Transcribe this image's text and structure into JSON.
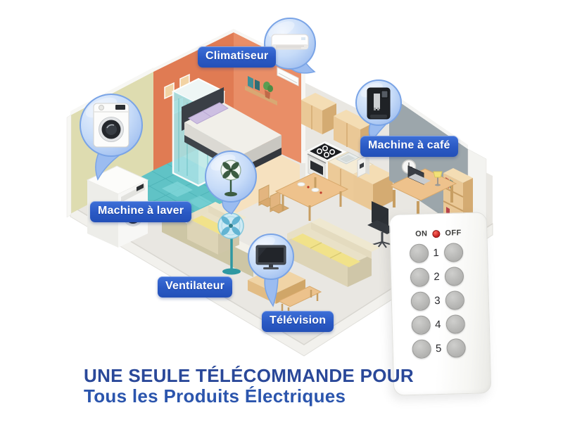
{
  "headline": {
    "line1": "UNE SEULE TÉLÉCOMMANDE POUR",
    "line2": "Tous les Produits Électriques"
  },
  "callouts": {
    "climatiseur": {
      "label": "Climatiseur",
      "icon": "air-conditioner-icon"
    },
    "machine_a_laver": {
      "label": "Machine à laver",
      "icon": "washing-machine-icon"
    },
    "machine_a_cafe": {
      "label": "Machine à café",
      "icon": "coffee-machine-icon"
    },
    "ventilateur": {
      "label": "Ventilateur",
      "icon": "standing-fan-icon"
    },
    "television": {
      "label": "Télévision",
      "icon": "television-icon"
    }
  },
  "remote_control": {
    "power_on_label": "ON",
    "power_off_label": "OFF",
    "indicator_color": "#c92121",
    "channel_numbers": [
      "1",
      "2",
      "3",
      "4",
      "5"
    ]
  },
  "palette": {
    "callout_label_bg": "#2a59c4",
    "callout_label_text": "#ffffff",
    "bubble_blue": "#9bbcf0",
    "headline_blue_dark": "#2a4899",
    "headline_blue_light": "#2b55ad",
    "wall_orange_left": "#e07b53",
    "wall_orange_right": "#e98e67",
    "wall_olive": "#dedcb0",
    "wall_gray": "#9ca6ab",
    "bathroom_tile_teal": "#60c3c6",
    "bedroom_floor": "#f6e1bf",
    "main_floor": "#e9e7e2",
    "wood": "#eac896",
    "sofa_cushion_yellow": "#f1e28a",
    "remote_body": "#ffffff"
  }
}
